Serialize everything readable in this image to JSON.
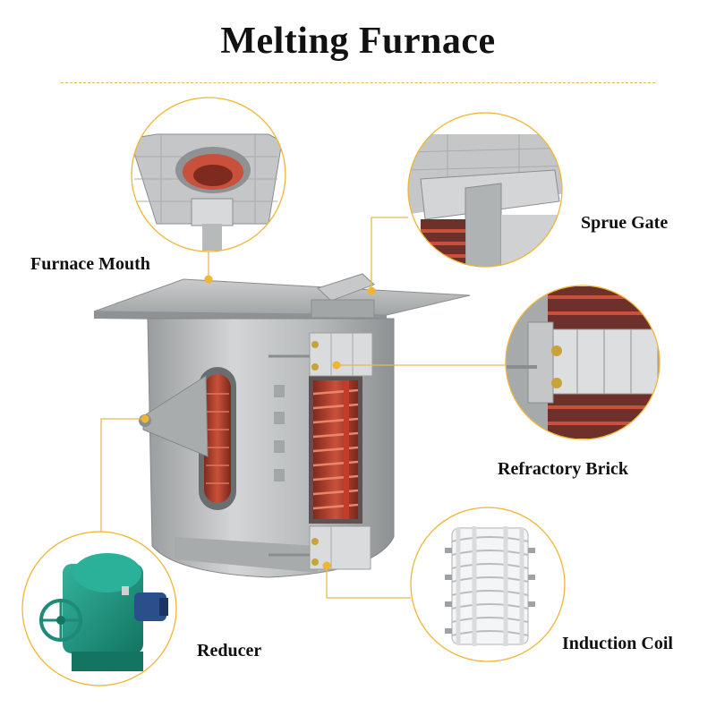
{
  "title": "Melting Furnace",
  "colors": {
    "accent_gold": "#f0b533",
    "leader_line": "#e6b94f",
    "steel": "#b9bcbd",
    "coil_red": "#b8402e",
    "reducer_teal": "#1e9a86",
    "motor_blue": "#2a4f8a"
  },
  "callouts": [
    {
      "id": "furnace-mouth",
      "label": "Furnace Mouth"
    },
    {
      "id": "sprue-gate",
      "label": "Sprue Gate"
    },
    {
      "id": "refractory-brick",
      "label": "Refractory Brick"
    },
    {
      "id": "reducer",
      "label": "Reducer"
    },
    {
      "id": "induction-coil",
      "label": "Induction Coil"
    }
  ]
}
